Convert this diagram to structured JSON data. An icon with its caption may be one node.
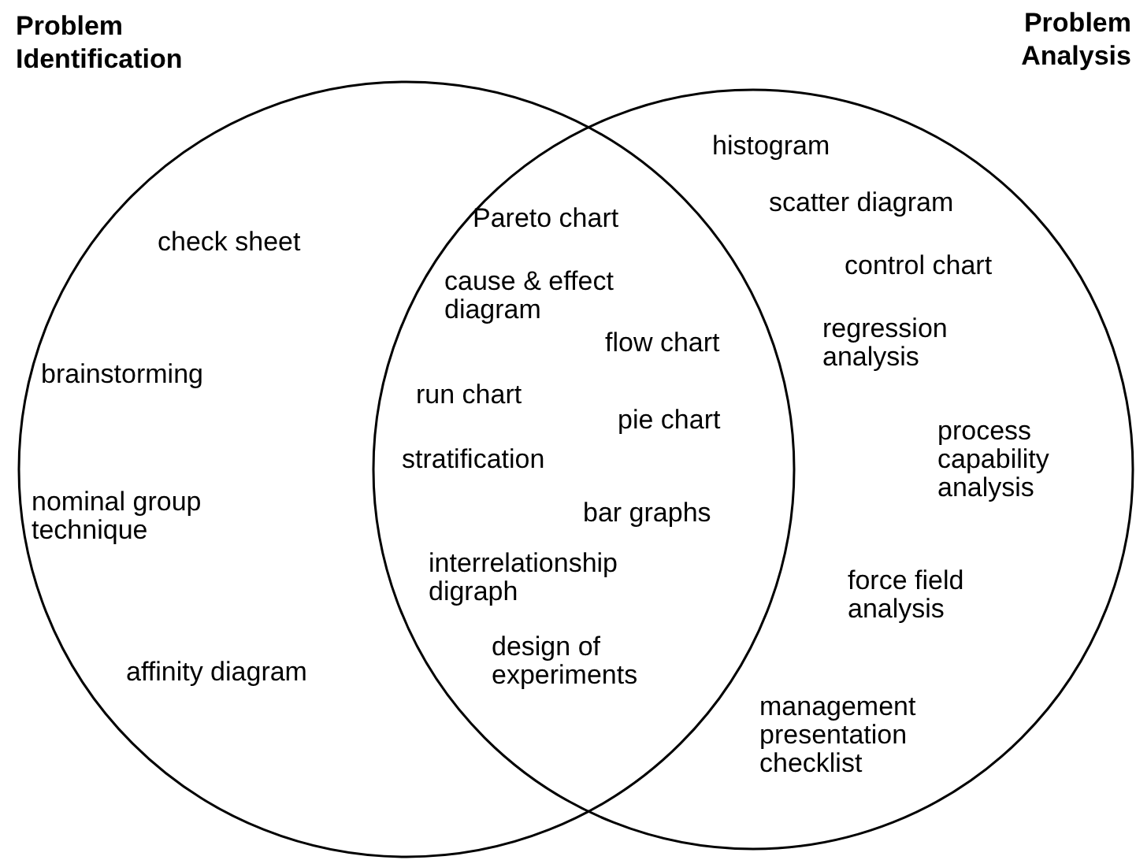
{
  "diagram": {
    "nodes": [
      {
        "text": [
          "Problem Identification"
        ]
      },
      {
        "text": [
          "Problem Analysis"
        ]
      }
    ],
    "labels": [
      "check sheet",
      "brainstorming",
      "nominal group technique",
      "affinity diagram",
      "Pareto chart",
      "cause & effect diagram",
      "flow chart",
      "run chart",
      "pie chart",
      "stratification",
      "bar graphs",
      "interrelationship digraph",
      "design of experiments",
      "histogram",
      "scatter diagram",
      "control chart",
      "regression analysis",
      "process capability analysis",
      "force field analysis",
      "management presentation checklist"
    ]
  }
}
